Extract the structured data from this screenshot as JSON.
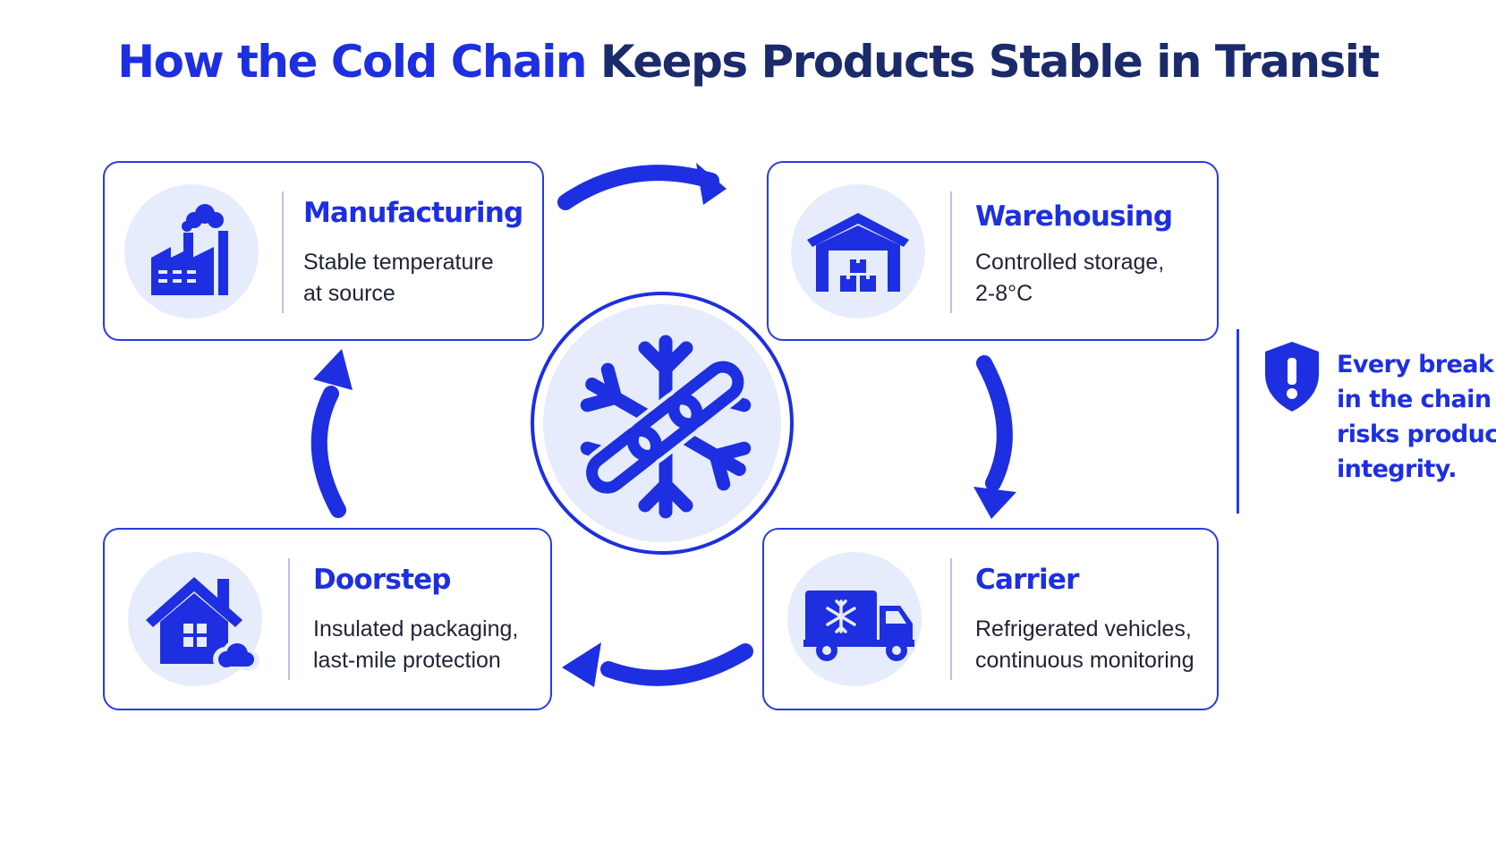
{
  "title": {
    "accent": "How the Cold Chain",
    "rest": " Keeps Products Stable in Transit"
  },
  "steps": {
    "manufacturing": {
      "heading": "Manufacturing",
      "line1": "Stable temperature",
      "line2": "at source",
      "icon": "factory-icon"
    },
    "warehousing": {
      "heading": "Warehousing",
      "line1": "Controlled storage,",
      "line2": "2-8°C",
      "icon": "warehouse-icon"
    },
    "carrier": {
      "heading": "Carrier",
      "line1": "Refrigerated vehicles,",
      "line2": "continuous monitoring",
      "icon": "refrigerated-truck-icon"
    },
    "doorstep": {
      "heading": "Doorstep",
      "line1": "Insulated packaging,",
      "line2": "last-mile protection",
      "icon": "house-icon"
    }
  },
  "center": {
    "icon": "snowflake-chain-icon"
  },
  "warning": {
    "icon": "shield-exclamation-icon",
    "line1": "Every break",
    "line2": "in the chain",
    "line3": "risks product",
    "line4": "integrity."
  },
  "colors": {
    "primary": "#1d2fe0",
    "title_dark": "#1a2a6b",
    "circle_fill": "#e6ecfb",
    "text": "#1f2433"
  }
}
